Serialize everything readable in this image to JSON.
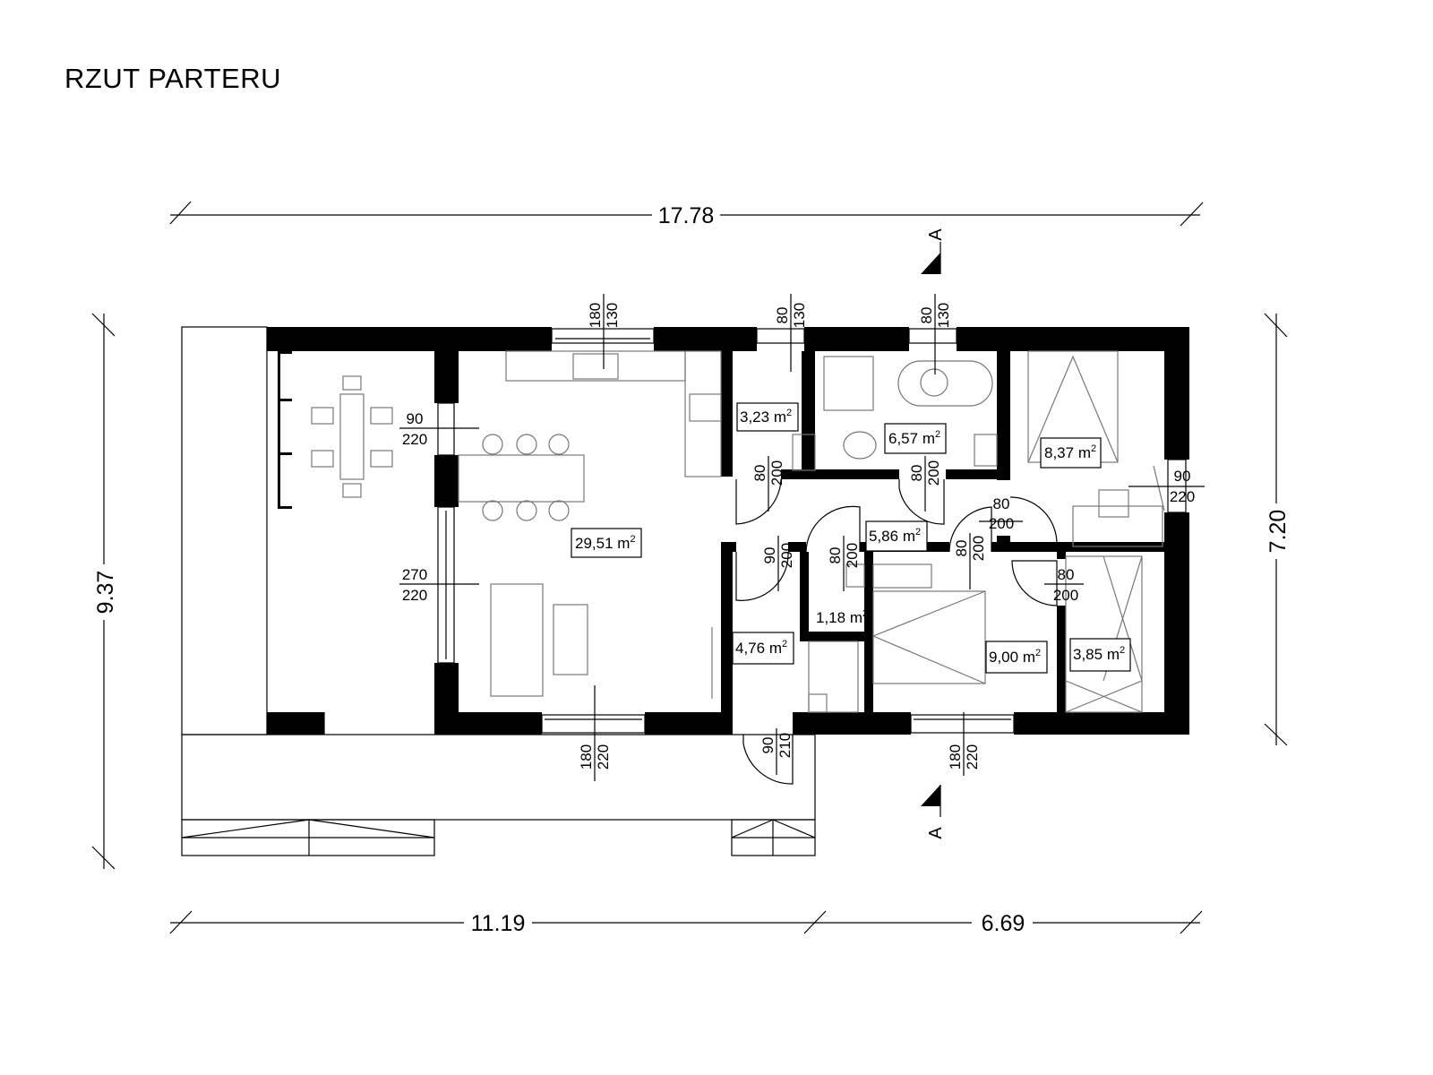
{
  "title": "RZUT PARTERU",
  "dimensions": {
    "top_total": "17.78",
    "left_total": "9.37",
    "right_total": "7.20",
    "bottom_left": "11.19",
    "bottom_right": "6.69"
  },
  "section_mark": "A",
  "area_unit": "m",
  "area_exp": "2",
  "rooms": {
    "living": "29,51",
    "kitchen_store": "3,23",
    "bathroom": "6,57",
    "bedroom_small": "8,37",
    "hall": "5,86",
    "wc": "1,18",
    "entry": "4,76",
    "bedroom": "9,00",
    "wardrobe": "3,85"
  },
  "windows": {
    "kitchen": [
      "180",
      "130"
    ],
    "store": [
      "80",
      "130"
    ],
    "bath": [
      "80",
      "130"
    ],
    "living_left_small": [
      "90",
      "220"
    ],
    "living_left_large": [
      "270",
      "220"
    ],
    "living_bottom": [
      "180",
      "220"
    ],
    "bedroom_bottom": [
      "180",
      "220"
    ],
    "bedroom_small_right": [
      "90",
      "220"
    ]
  },
  "doors": {
    "store": [
      "80",
      "200"
    ],
    "bath": [
      "80",
      "200"
    ],
    "bedroom_small": [
      "80",
      "200"
    ],
    "entry": [
      "90",
      "200"
    ],
    "wc": [
      "80",
      "200"
    ],
    "bedroom": [
      "80",
      "200"
    ],
    "wardrobe": [
      "80",
      "200"
    ],
    "front": [
      "90",
      "210"
    ]
  }
}
